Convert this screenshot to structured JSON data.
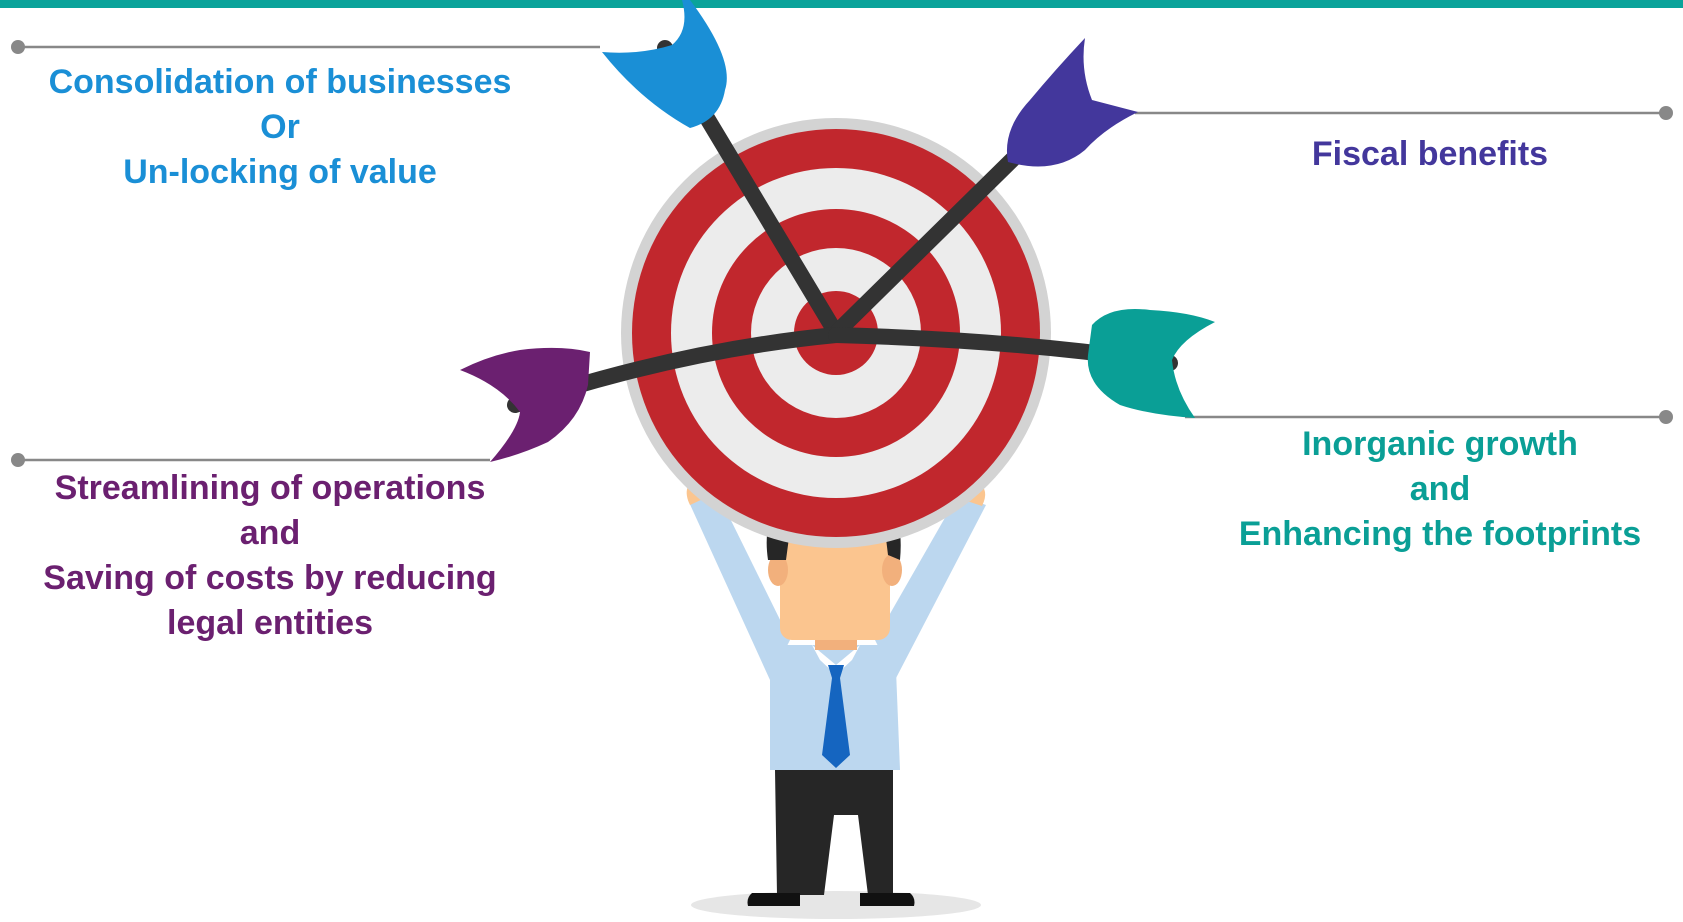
{
  "colors": {
    "top_bar": "#0aa39a",
    "consolidation": "#1a8fd6",
    "fiscal": "#43379c",
    "streamlining": "#6b2070",
    "inorganic": "#0a9f96",
    "target_red": "#c1272d",
    "target_white": "#ececec",
    "target_rim": "#d3d3d3",
    "arrow_shaft": "#333333",
    "leader_line": "#888888",
    "shirt": "#bcd7ef",
    "tie": "#1565c0",
    "skin": "#fbc58f",
    "hair": "#262626",
    "trousers": "#262626"
  },
  "labels": {
    "consolidation": {
      "line1": "Consolidation of businesses",
      "line2": "Or",
      "line3": "Un-locking of value"
    },
    "fiscal": {
      "line1": "Fiscal benefits"
    },
    "streamlining": {
      "line1": "Streamlining of operations",
      "line2": "and",
      "line3": "Saving of costs by reducing",
      "line4": "legal entities"
    },
    "inorganic": {
      "line1": "Inorganic growth",
      "line2": "and",
      "line3": "Enhancing the footprints"
    }
  },
  "illustration": {
    "subject": "businessman holding target with four arrows",
    "arrow_colors": [
      "#1a8fd6",
      "#43379c",
      "#6b2070",
      "#0a9f96"
    ]
  }
}
